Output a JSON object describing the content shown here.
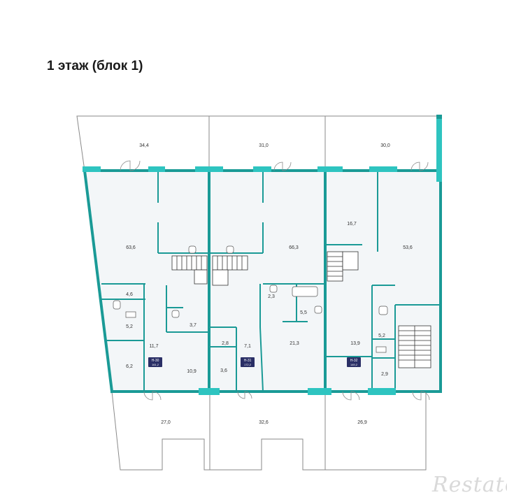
{
  "title": "1 этаж (блок 1)",
  "watermark": "Restate",
  "colors": {
    "wall": "#1a9a96",
    "accent": "#2ec4c0",
    "line": "#8a8a8a",
    "fill": "#f3f6f8",
    "tag": "#2a2f66"
  },
  "rooms": [
    {
      "id": "r1",
      "label": "34,4"
    },
    {
      "id": "r2",
      "label": "31,0"
    },
    {
      "id": "r3",
      "label": "30,0"
    },
    {
      "id": "r4",
      "label": "63,6"
    },
    {
      "id": "r5",
      "label": "66,3"
    },
    {
      "id": "r6",
      "label": "16,7"
    },
    {
      "id": "r7",
      "label": "53,6"
    },
    {
      "id": "r8",
      "label": "4,6"
    },
    {
      "id": "r9",
      "label": "5,2"
    },
    {
      "id": "r10",
      "label": "11,7"
    },
    {
      "id": "r11",
      "label": "6,2"
    },
    {
      "id": "r12",
      "label": "3,7"
    },
    {
      "id": "r13",
      "label": "10,9"
    },
    {
      "id": "r14",
      "label": "2,3"
    },
    {
      "id": "r15",
      "label": "5,5"
    },
    {
      "id": "r16",
      "label": "2,8"
    },
    {
      "id": "r17",
      "label": "7,1"
    },
    {
      "id": "r18",
      "label": "3,6"
    },
    {
      "id": "r19",
      "label": "21,3"
    },
    {
      "id": "r20",
      "label": "13,9"
    },
    {
      "id": "r21",
      "label": "5,2"
    },
    {
      "id": "r22",
      "label": "2,9"
    },
    {
      "id": "r23",
      "label": "27,0"
    },
    {
      "id": "r24",
      "label": "32,6"
    },
    {
      "id": "r25",
      "label": "26,9"
    }
  ],
  "units": [
    {
      "id": "u1",
      "code": "Н-30",
      "area": "161,2"
    },
    {
      "id": "u2",
      "code": "Н-31",
      "area": "172,2"
    },
    {
      "id": "u3",
      "code": "Н-32",
      "area": "149,2"
    }
  ]
}
